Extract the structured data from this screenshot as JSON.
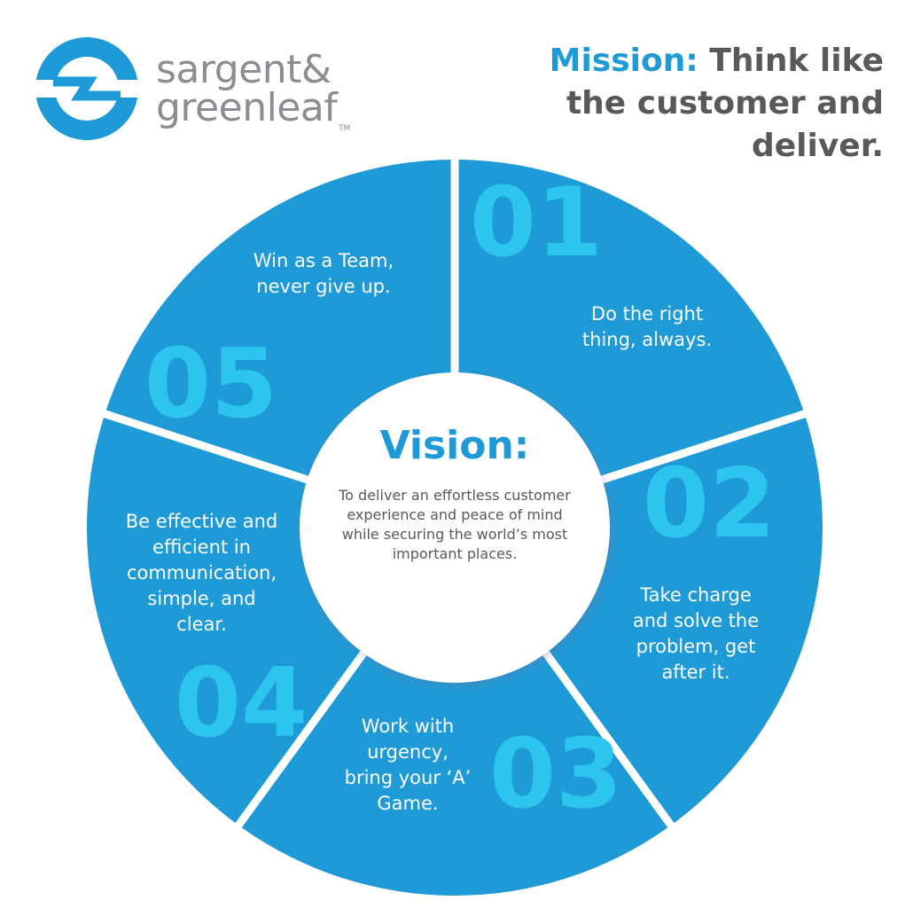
{
  "logo": {
    "line1": "sargent&",
    "line2": "greenleaf",
    "trademark": "TM"
  },
  "mission": {
    "label": "Mission:",
    "text": "Think like the customer and deliver."
  },
  "vision": {
    "title": "Vision:",
    "text": "To deliver an effortless customer experience and peace of mind while securing the world’s most important places."
  },
  "segments": [
    {
      "number": "01",
      "text": "Do the right\nthing, always."
    },
    {
      "number": "02",
      "text": "Take charge\nand solve the\nproblem, get\nafter it."
    },
    {
      "number": "03",
      "text": "Work with\nurgency,\nbring your ‘A’\nGame."
    },
    {
      "number": "04",
      "text": "Be effective and\nefficient in\ncommunication,\nsimple, and\nclear."
    },
    {
      "number": "05",
      "text": "Win as a Team,\nnever give up."
    }
  ],
  "colors": {
    "brand_blue": "#1e9ad6",
    "numeral_blue": "#2ec4f0",
    "gray_text": "#58595b",
    "logo_gray": "#8a8d91"
  }
}
